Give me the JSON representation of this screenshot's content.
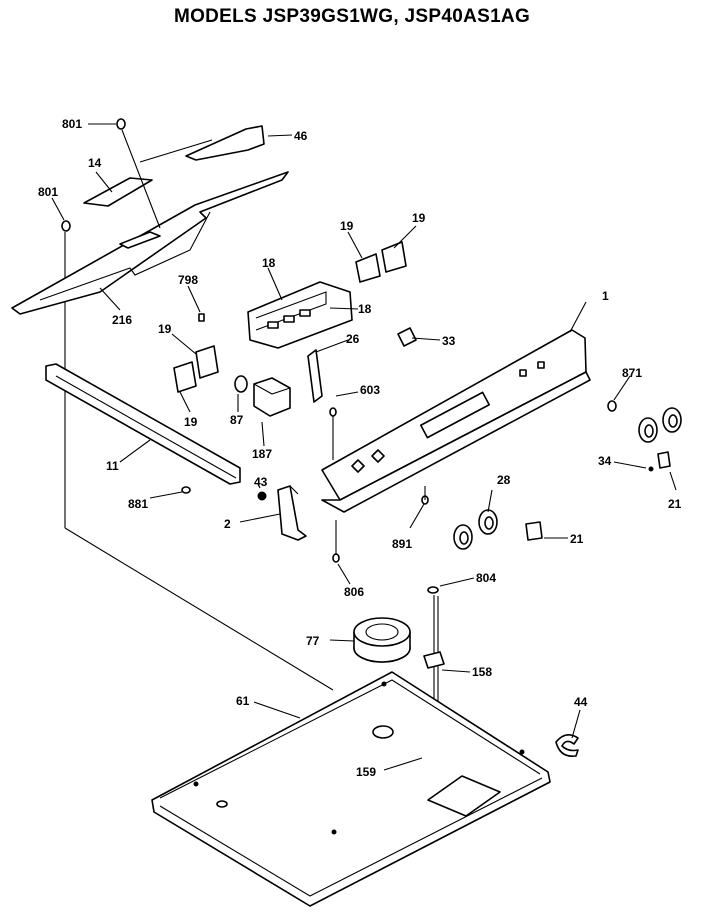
{
  "title": "MODELS JSP39GS1WG, JSP40AS1AG",
  "callouts": {
    "c801": "801",
    "c46": "46",
    "c14": "14",
    "c801b": "801",
    "c216": "216",
    "c19a": "19",
    "c19b": "19",
    "c18a": "18",
    "c18b": "18",
    "c798": "798",
    "c19c": "19",
    "c19d": "19",
    "c26": "26",
    "c33": "33",
    "c1": "1",
    "c871": "871",
    "c87": "87",
    "c187": "187",
    "c603": "603",
    "c11": "11",
    "c881": "881",
    "c43": "43",
    "c2": "2",
    "c34": "34",
    "c21a": "21",
    "c28": "28",
    "c891": "891",
    "c21b": "21",
    "c806": "806",
    "c804": "804",
    "c77": "77",
    "c158": "158",
    "c61": "61",
    "c44": "44",
    "c159": "159"
  }
}
